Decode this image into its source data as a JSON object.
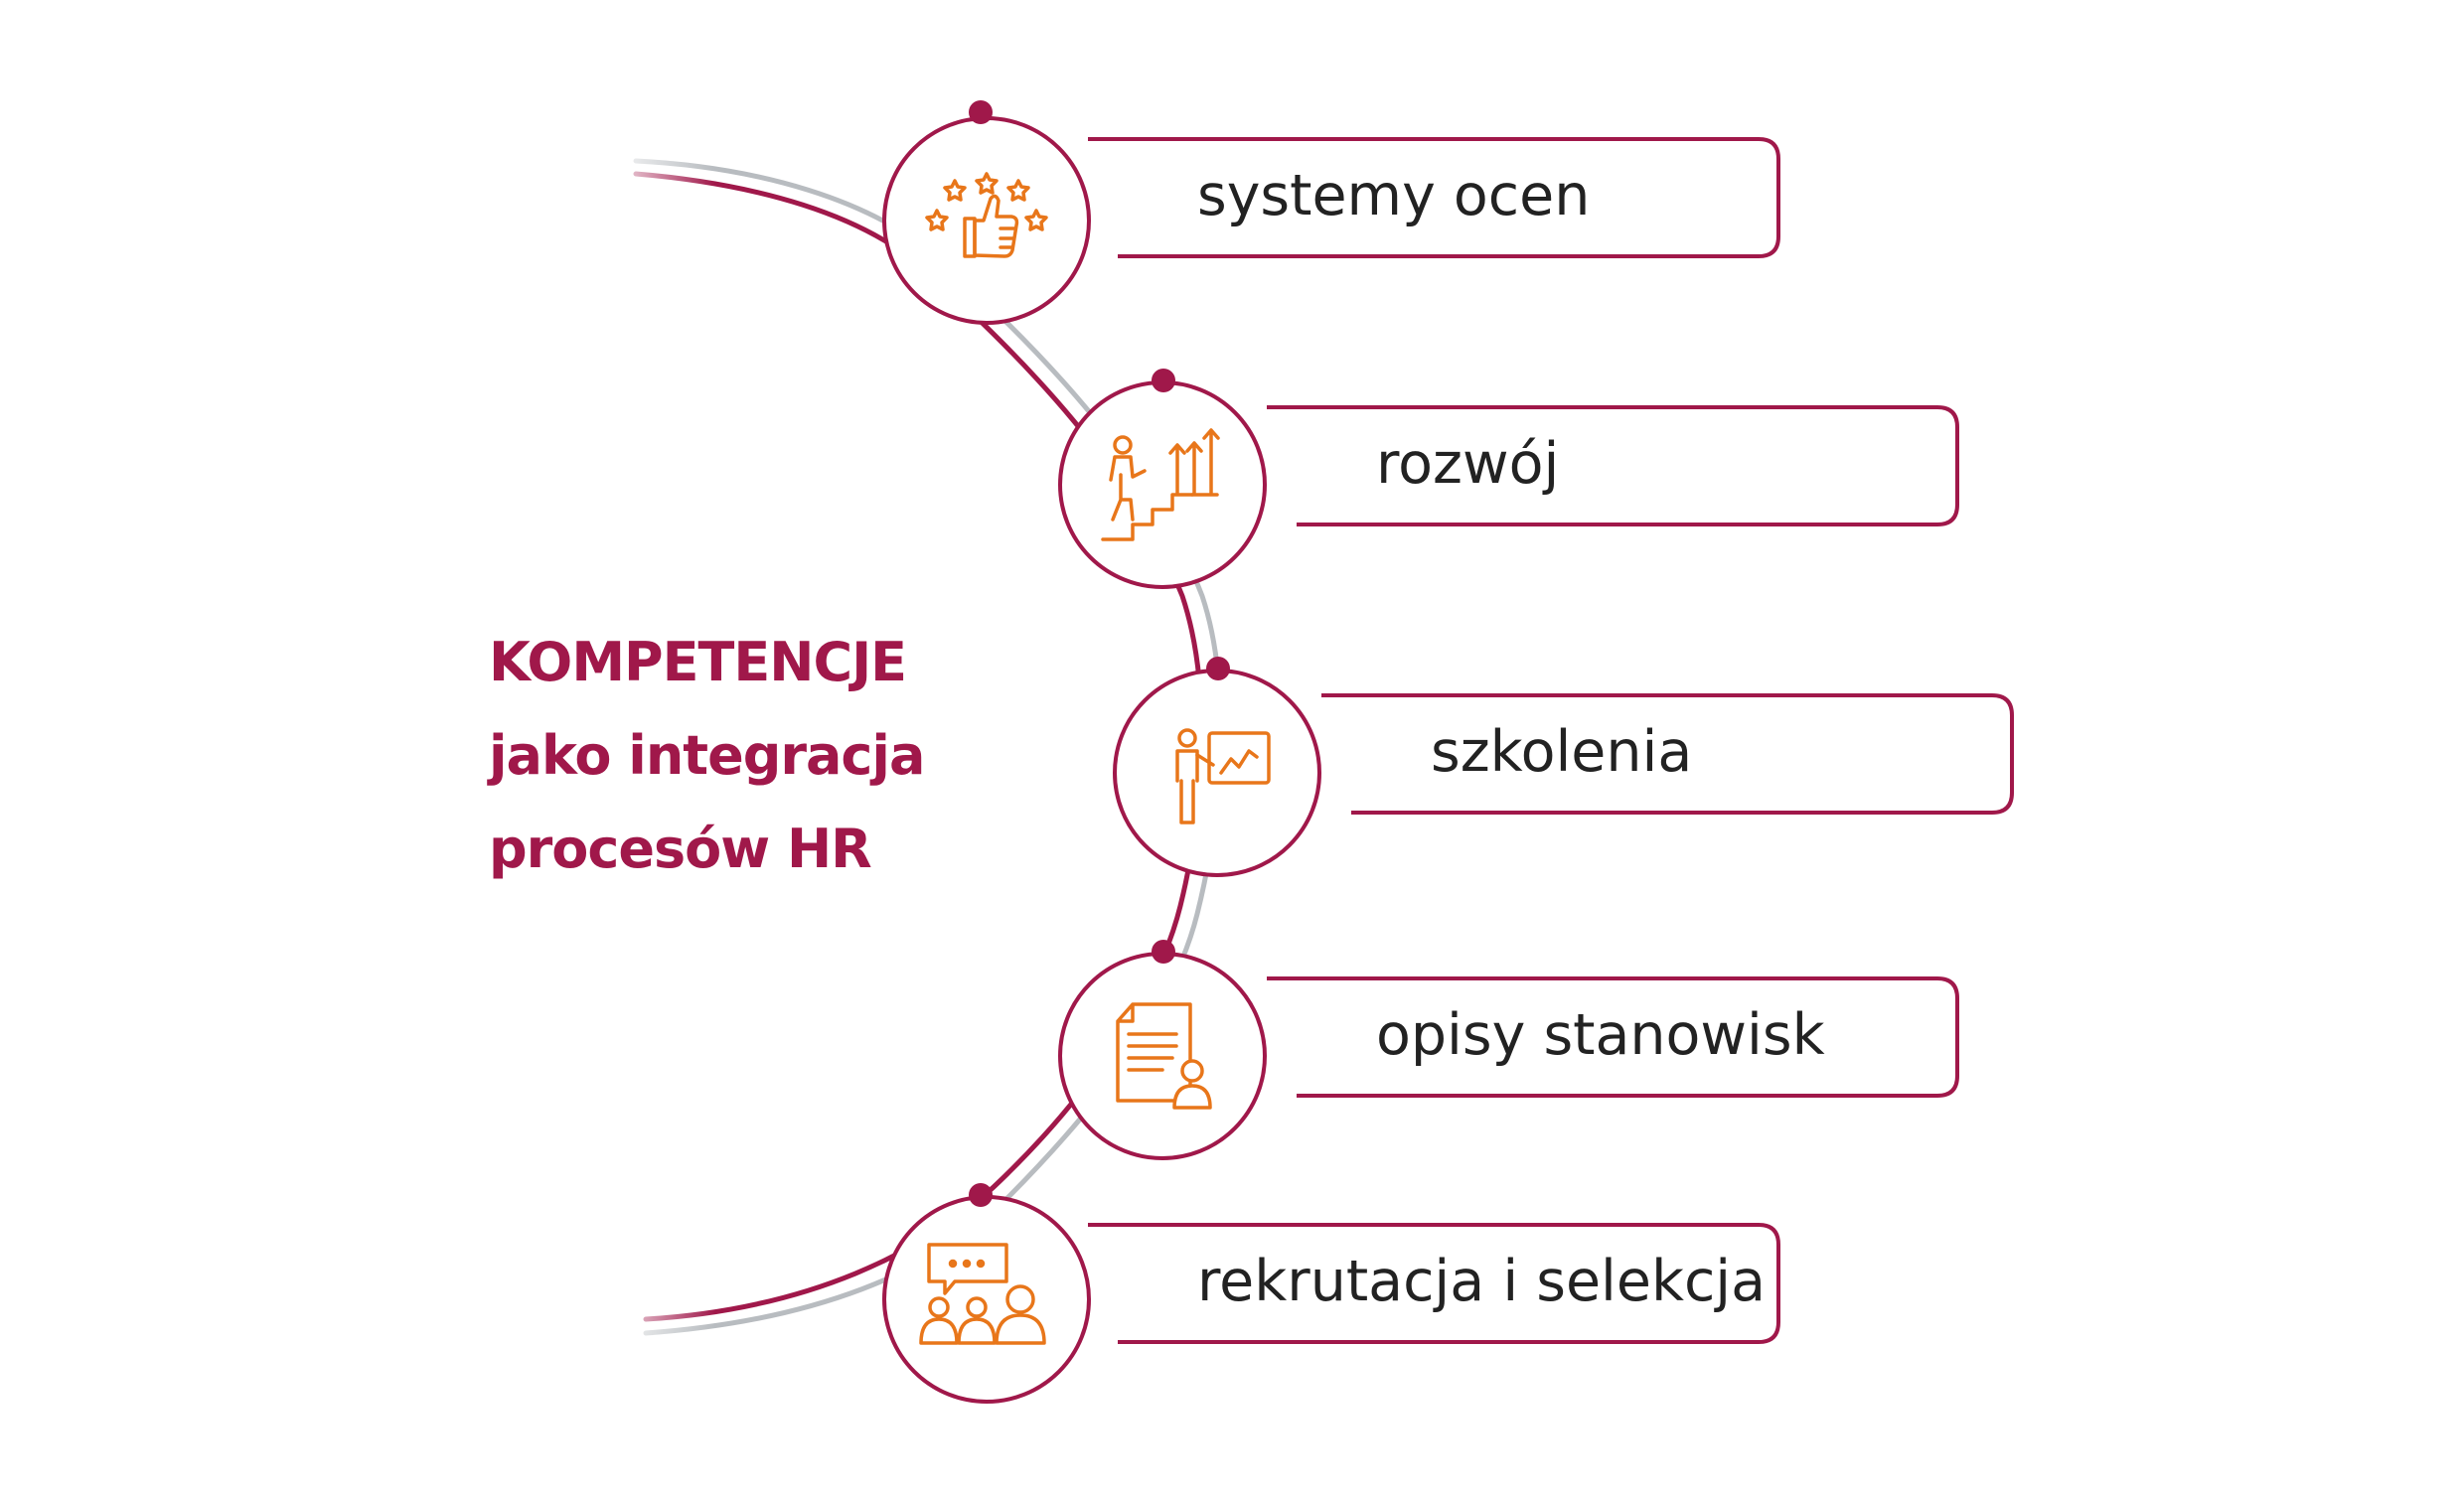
{
  "title": {
    "line1": "KOMPETENCJE",
    "line2": "jako integracja",
    "line3": "procesów HR"
  },
  "colors": {
    "accent": "#a0184a",
    "icon": "#e8761a",
    "connector": "#b8bcc0",
    "text": "#222222"
  },
  "items": [
    {
      "label": "systemy ocen",
      "icon": "thumbs-up-stars-icon"
    },
    {
      "label": "rozwój",
      "icon": "career-stairs-icon"
    },
    {
      "label": "szkolenia",
      "icon": "presentation-trainer-icon"
    },
    {
      "label": "opisy stanowisk",
      "icon": "job-description-document-icon"
    },
    {
      "label": "rekrutacja i selekcja",
      "icon": "interview-people-icon"
    }
  ]
}
